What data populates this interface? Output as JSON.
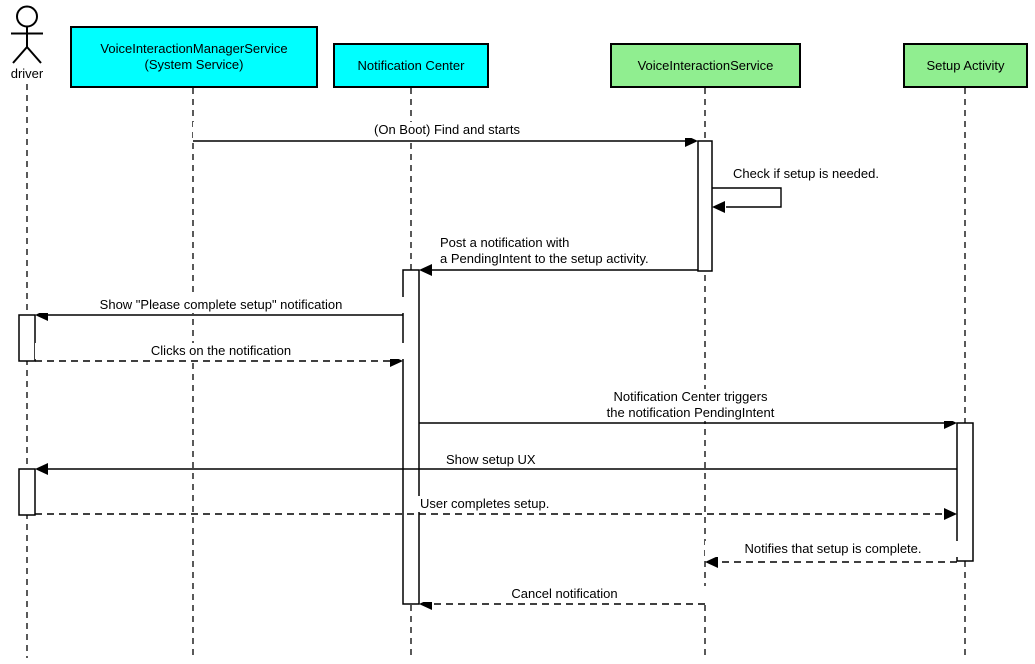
{
  "diagram": {
    "background": "#ffffff",
    "colors": {
      "system_box": "#00ffff",
      "service_box": "#90ee90",
      "stroke": "#000000",
      "activation_fill": "#ffffff"
    },
    "participants": [
      {
        "id": "driver",
        "kind": "actor",
        "label": "driver"
      },
      {
        "id": "voice-interaction-manager-service",
        "kind": "system",
        "label": "VoiceInteractionManagerService\n(System Service)"
      },
      {
        "id": "notification-center",
        "kind": "system",
        "label": "Notification Center"
      },
      {
        "id": "voice-interaction-service",
        "kind": "service",
        "label": "VoiceInteractionService"
      },
      {
        "id": "setup-activity",
        "kind": "service",
        "label": "Setup Activity"
      }
    ],
    "messages": [
      {
        "from": "voice-interaction-manager-service",
        "to": "voice-interaction-service",
        "line": "solid",
        "label": "(On Boot) Find and starts"
      },
      {
        "from": "voice-interaction-service",
        "to": "voice-interaction-service",
        "line": "solid-self",
        "label": "Check if setup is needed."
      },
      {
        "from": "voice-interaction-service",
        "to": "notification-center",
        "line": "solid",
        "label": "Post a notification with\na PendingIntent to the setup activity."
      },
      {
        "from": "notification-center",
        "to": "driver",
        "line": "solid",
        "label": "Show \"Please complete setup\" notification"
      },
      {
        "from": "driver",
        "to": "notification-center",
        "line": "dashed",
        "label": "Clicks on the notification"
      },
      {
        "from": "notification-center",
        "to": "setup-activity",
        "line": "solid",
        "label": "Notification Center triggers\nthe notification PendingIntent"
      },
      {
        "from": "setup-activity",
        "to": "driver",
        "line": "solid",
        "label": "Show setup UX"
      },
      {
        "from": "driver",
        "to": "setup-activity",
        "line": "dashed",
        "label": "User completes setup."
      },
      {
        "from": "setup-activity",
        "to": "voice-interaction-service",
        "line": "dashed",
        "label": "Notifies that setup is complete."
      },
      {
        "from": "voice-interaction-service",
        "to": "notification-center",
        "line": "dashed",
        "label": "Cancel notification"
      }
    ]
  }
}
